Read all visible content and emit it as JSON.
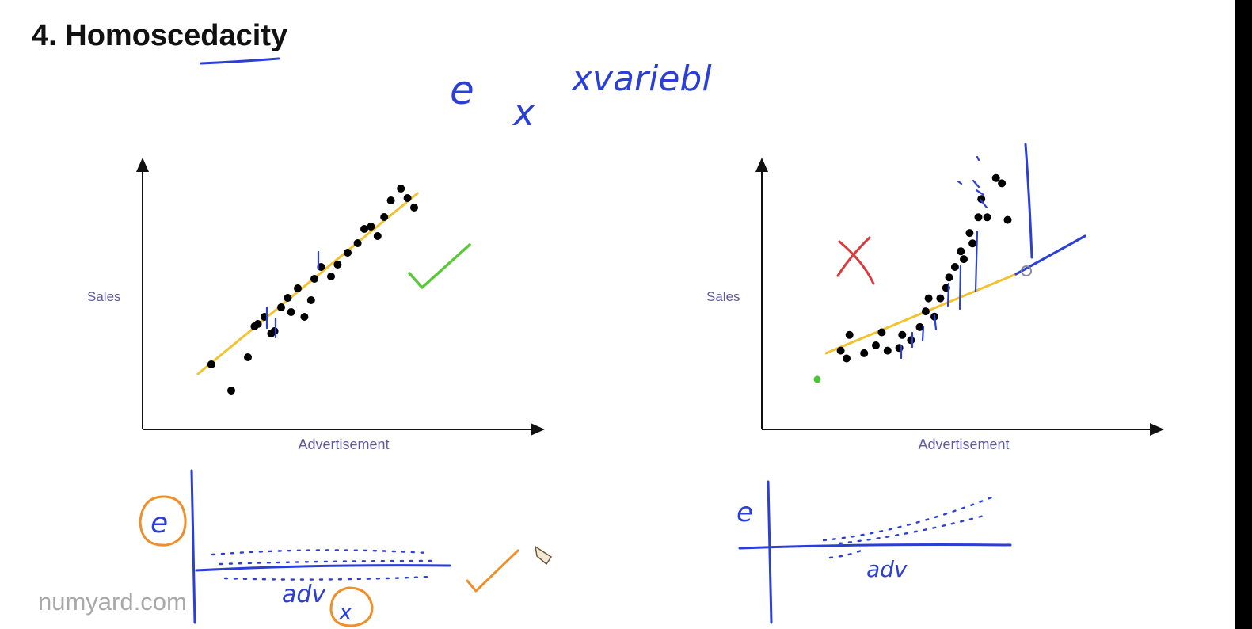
{
  "title": "4. Homoscedacity",
  "watermark": "numyard.com",
  "annotations": {
    "top_formula": [
      "e",
      "x",
      "xvariebl"
    ],
    "residual_axis_label": "e",
    "residual_x_label": "adv",
    "residual_x_symbol": "x"
  },
  "colors": {
    "points": "#000000",
    "fit_line": "#f2c230",
    "ink": "#2b3fd6",
    "check_good": "#5ac83a",
    "cross_bad": "#d93c3c",
    "orange": "#ef8f2a",
    "axis_label": "#5f5a9e"
  },
  "chart_data": [
    {
      "type": "scatter",
      "xlabel": "Advertisement",
      "ylabel": "Sales",
      "grid": false,
      "verdict": "check",
      "x": [
        0.4,
        1.0,
        1.5,
        1.7,
        1.8,
        2.0,
        2.2,
        2.3,
        2.5,
        2.7,
        2.8,
        3.0,
        3.2,
        3.4,
        3.5,
        3.7,
        4.0,
        4.2,
        4.5,
        4.8,
        5.0,
        5.2,
        5.4,
        5.6,
        5.8,
        6.1,
        6.3,
        6.5
      ],
      "y": [
        1.4,
        0.3,
        1.7,
        3.0,
        3.1,
        3.4,
        2.7,
        2.8,
        3.8,
        4.2,
        3.6,
        4.6,
        3.4,
        4.1,
        5.0,
        5.5,
        5.1,
        5.6,
        6.1,
        6.5,
        7.1,
        7.2,
        6.8,
        7.6,
        8.3,
        8.8,
        8.4,
        8.0
      ],
      "fit_line": {
        "x": [
          0.0,
          6.6
        ],
        "y": [
          1.0,
          8.6
        ]
      }
    },
    {
      "type": "scatter",
      "xlabel": "Advertisement",
      "ylabel": "Sales",
      "grid": false,
      "verdict": "cross",
      "x": [
        0.8,
        1.0,
        1.1,
        1.6,
        2.0,
        2.2,
        2.4,
        2.8,
        2.9,
        3.2,
        3.5,
        3.7,
        3.8,
        4.0,
        4.2,
        4.4,
        4.5,
        4.7,
        4.9,
        5.0,
        5.2,
        5.3,
        5.5,
        5.6,
        5.8,
        6.1,
        6.3,
        6.5
      ],
      "y": [
        1.8,
        1.5,
        2.4,
        1.7,
        2.0,
        2.5,
        1.8,
        1.9,
        2.4,
        2.2,
        2.7,
        3.3,
        3.8,
        3.1,
        3.8,
        4.2,
        4.6,
        5.0,
        5.6,
        5.3,
        6.3,
        5.9,
        6.9,
        7.6,
        6.9,
        8.4,
        8.2,
        6.8
      ],
      "fit_line": {
        "x": [
          0.3,
          9.5
        ],
        "y": [
          1.7,
          7.7
        ]
      }
    }
  ]
}
